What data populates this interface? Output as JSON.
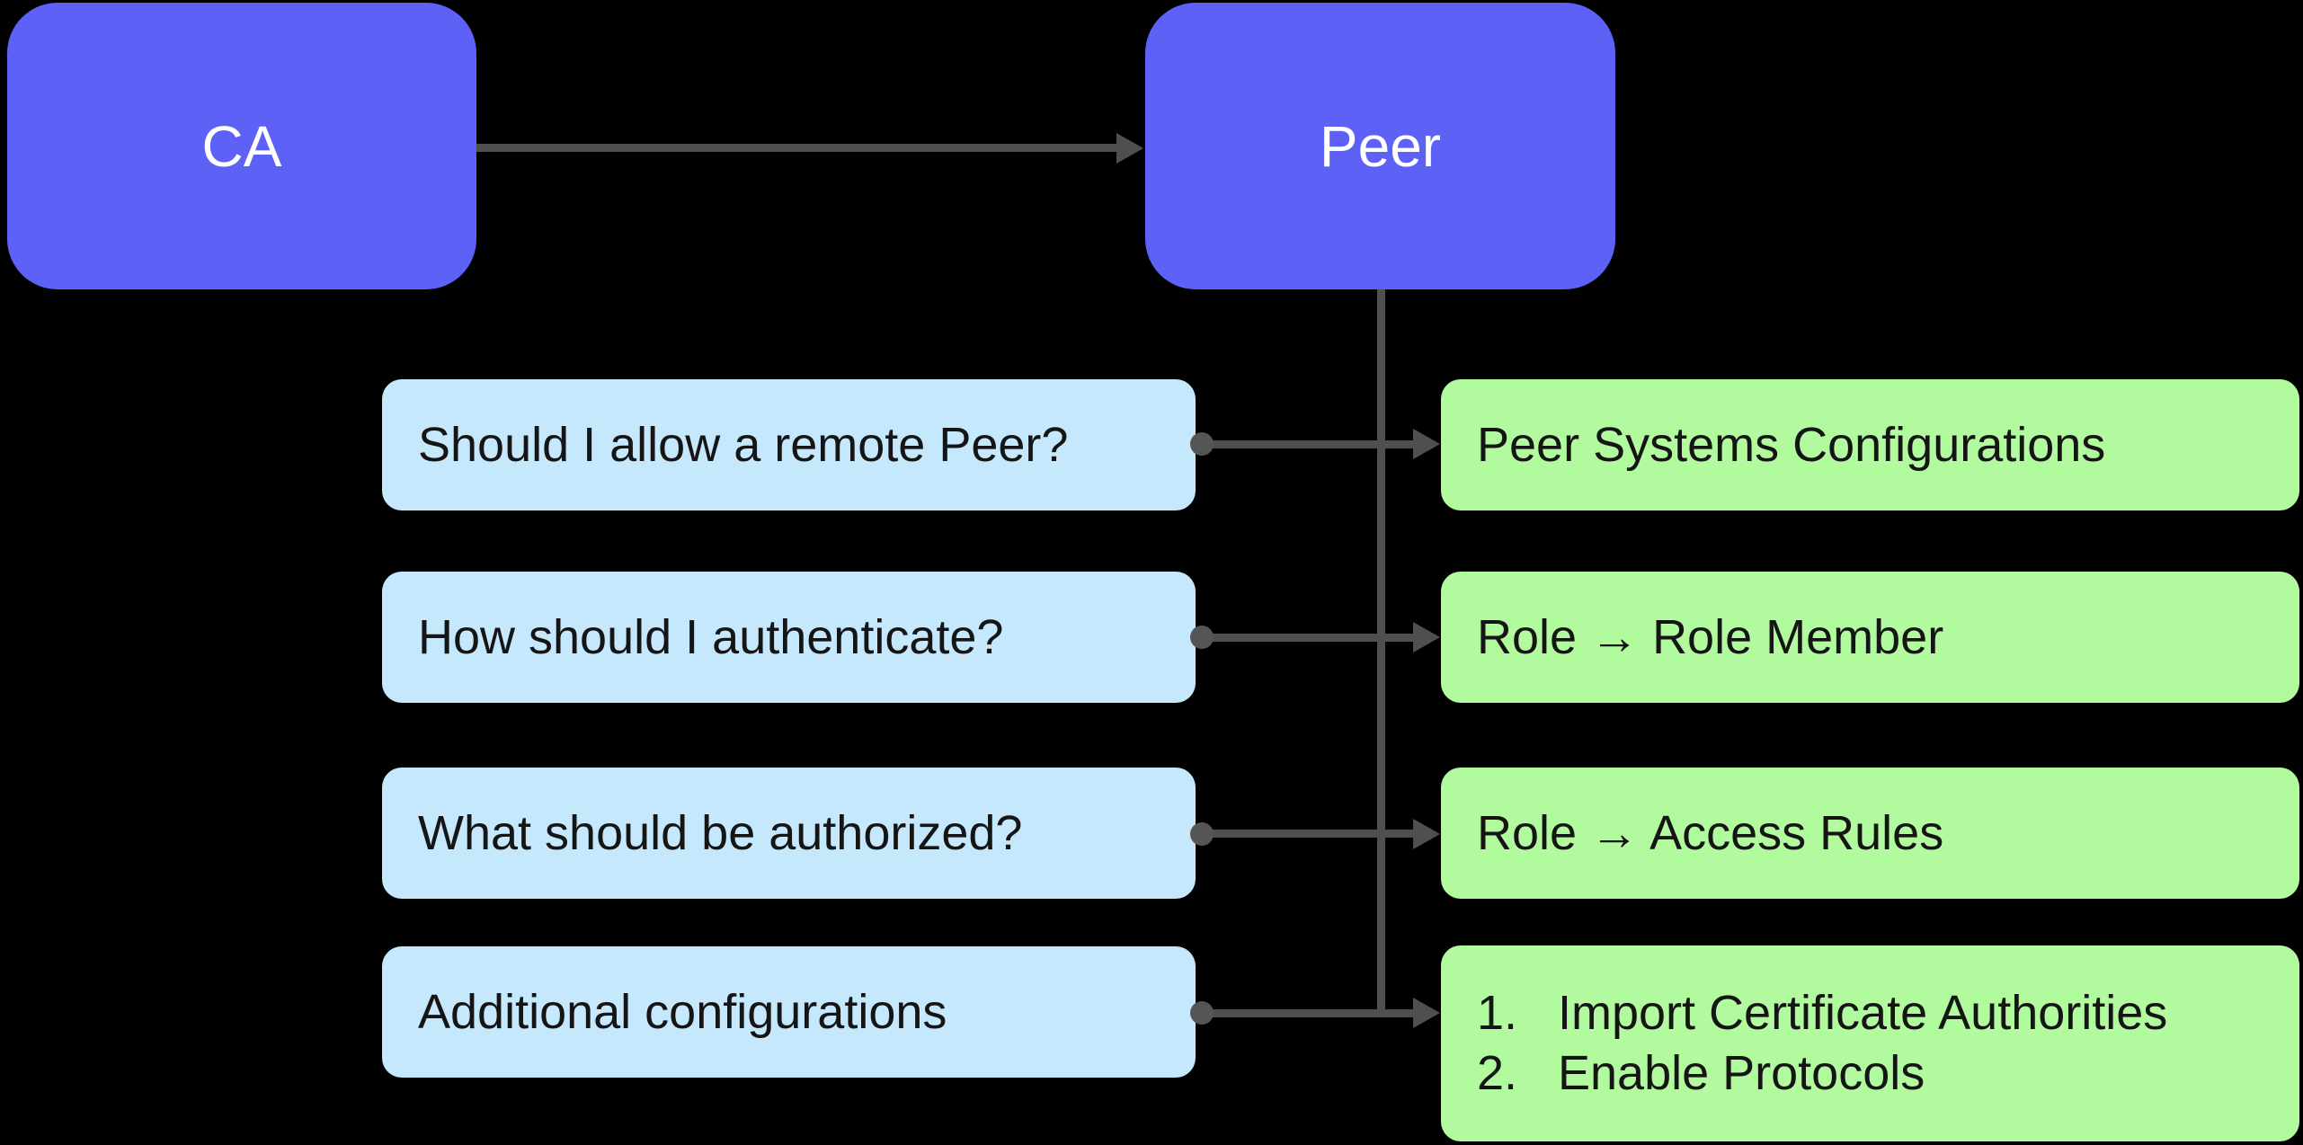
{
  "nodes": {
    "ca": {
      "label": "CA"
    },
    "peer": {
      "label": "Peer"
    }
  },
  "rows": [
    {
      "question": "Should I allow a remote Peer?",
      "answer": "Peer Systems Configurations"
    },
    {
      "question": "How should I authenticate?",
      "answer": "Role → Role Member"
    },
    {
      "question": "What should be authorized?",
      "answer": "Role → Access Rules"
    },
    {
      "question": "Additional configurations",
      "answer_items": [
        {
          "marker": "1.",
          "text": "Import Certificate Authorities"
        },
        {
          "marker": "2.",
          "text": "Enable Protocols"
        }
      ]
    }
  ],
  "colors": {
    "background": "#000000",
    "node_fill": "#5d61f6",
    "node_text": "#ffffff",
    "question_fill": "#c5e8fc",
    "answer_fill": "#b2fa9e",
    "connector_gray": "#4f4f4f",
    "box_text": "#151515"
  }
}
